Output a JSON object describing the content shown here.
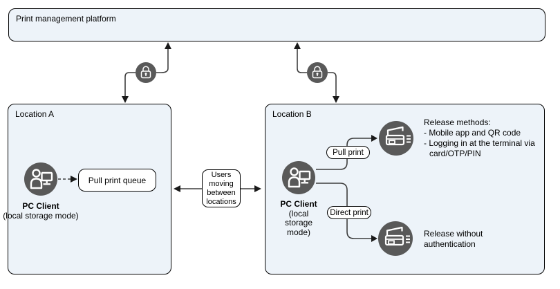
{
  "colors": {
    "panel_fill": "#edf3f9",
    "node_gray": "#595959",
    "wire": "#3d3d3d",
    "border": "#000000"
  },
  "platform": {
    "label": "Print management platform"
  },
  "location_a": {
    "label": "Location A",
    "pc_client_title": "PC Client",
    "pc_client_subtitle": "(local storage mode)",
    "queue_label": "Pull print queue"
  },
  "users_note": {
    "label": "Users moving between locations"
  },
  "location_b": {
    "label": "Location B",
    "pc_client_title": "PC Client",
    "pc_client_subtitle": "(local storage mode)",
    "pull_print_label": "Pull print",
    "direct_print_label": "Direct print",
    "release_methods_title": "Release methods:",
    "release_methods_items": [
      "- Mobile app and QR code",
      "- Logging in at the terminal via card/OTP/PIN"
    ],
    "release_without_auth": "Release without authentication"
  },
  "icons": [
    "lock-icon",
    "pc-client-icon",
    "printer-icon"
  ]
}
